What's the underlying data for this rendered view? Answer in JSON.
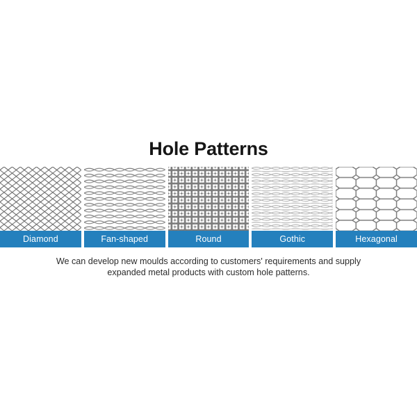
{
  "title": "Hole Patterns",
  "theme": {
    "bar_color": "#2480bd",
    "bar_text_color": "#ffffff",
    "background": "#ffffff",
    "title_color": "#161616",
    "caption_color": "#2b2b2b"
  },
  "panels": [
    {
      "label": "Diamond",
      "pattern": "diamond-mesh",
      "strand_color": "#6e6e6e"
    },
    {
      "label": "Fan-shaped",
      "pattern": "fan-shaped-mesh",
      "strand_color": "#8a8a8a"
    },
    {
      "label": "Round",
      "pattern": "round-mesh",
      "strand_color": "#7a7a7a"
    },
    {
      "label": "Gothic",
      "pattern": "gothic-mesh",
      "strand_color": "#adadad"
    },
    {
      "label": "Hexagonal",
      "pattern": "hexagonal-mesh",
      "strand_color": "#767676"
    }
  ],
  "caption": {
    "line1": "We can develop new moulds according to customers' requirements and supply",
    "line2": "expanded metal products with custom hole patterns."
  }
}
